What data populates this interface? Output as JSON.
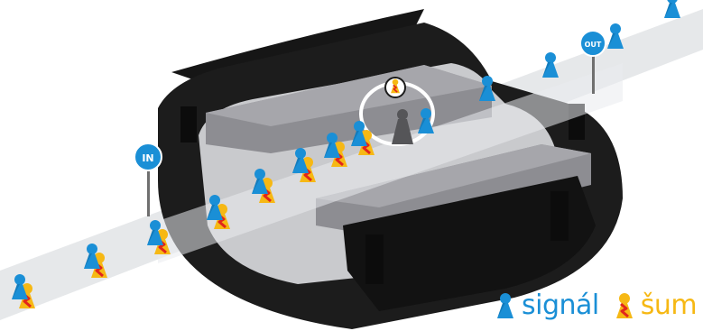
{
  "labels": {
    "in_sign": "IN",
    "out_sign": "OUT"
  },
  "legend": {
    "signal_label": "signál",
    "noise_label": "šum"
  },
  "colors": {
    "signal": "#1a8fd6",
    "noise": "#f6b814",
    "noise_bolt": "#e1261c",
    "cable_shell": "#1c1c1c",
    "cable_inner": "#8d8d92",
    "band": "#e6e8ea",
    "sign_post": "#6f6f6f",
    "filter_ring": "#ffffff"
  },
  "icons": {
    "signal": "signal-pawn-icon",
    "noise": "noise-pawn-icon",
    "lightning": "lightning-icon",
    "sign": "road-sign-icon"
  }
}
